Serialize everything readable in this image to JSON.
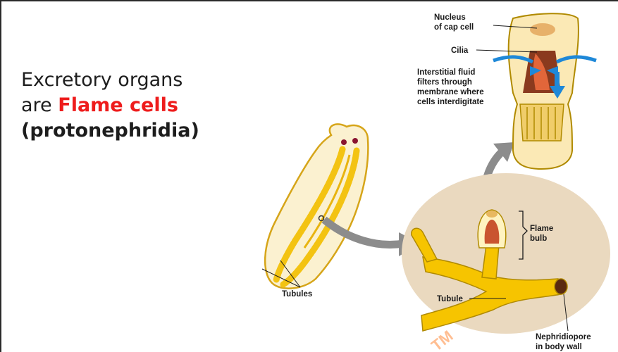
{
  "heading": {
    "line1": "Excretory organs",
    "line2_prefix": "are ",
    "line2_highlight": "Flame cells",
    "line3": "(protonephridia)"
  },
  "labels": {
    "nucleus_line1": "Nucleus",
    "nucleus_line2": "of cap cell",
    "cilia": "Cilia",
    "fluid_line1": "Interstitial fluid",
    "fluid_line2": "filters through",
    "fluid_line3": "membrane where",
    "fluid_line4": "cells interdigitate",
    "flame_line1": "Flame",
    "flame_line2": "bulb",
    "tubule": "Tubule",
    "tubules": "Tubules",
    "nephridiopore_line1": "Nephridiopore",
    "nephridiopore_line2": "in body wall"
  },
  "watermark": "TM",
  "colors": {
    "accent_red": "#ee1c1c",
    "arrow_gray": "#8c8c8c",
    "flow_blue": "#1e88d8",
    "tissue_yellow": "#f5c400",
    "panel_tan": "#ead9bf"
  }
}
